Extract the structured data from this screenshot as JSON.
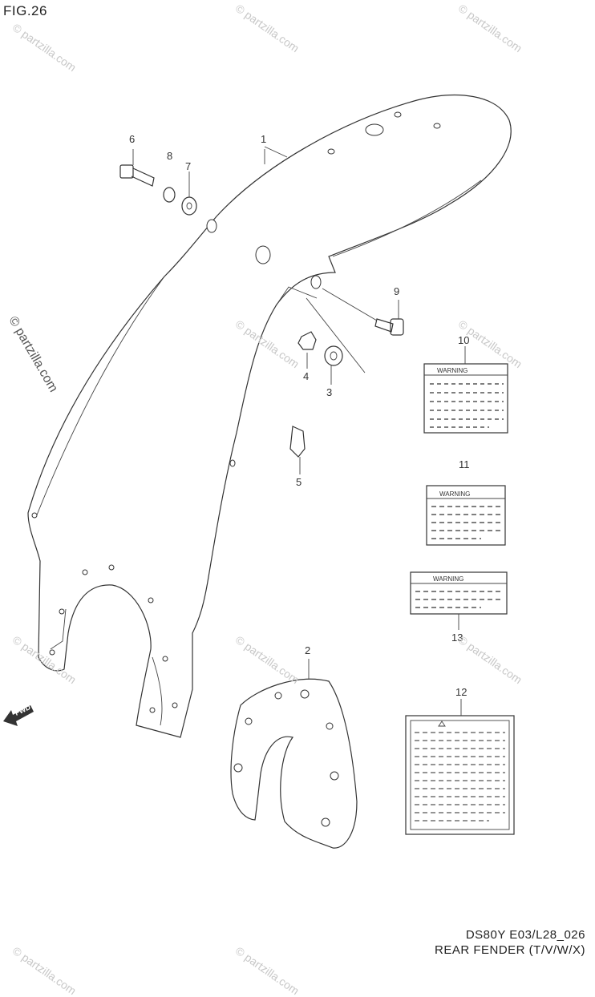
{
  "figure": {
    "title": "FIG.26",
    "footer_code": "DS80Y E03/L28_026",
    "footer_name": "REAR FENDER (T/V/W/X)"
  },
  "watermark": {
    "text": "© partzilla.com",
    "side_text": "© partzilla.com"
  },
  "fwd_label": "FWD",
  "warning_text": "WARNING",
  "callouts": [
    {
      "id": "1",
      "part": "rear-fender"
    },
    {
      "id": "2",
      "part": "mud-flap"
    },
    {
      "id": "3",
      "part": "nut"
    },
    {
      "id": "4",
      "part": "nut"
    },
    {
      "id": "5",
      "part": "clamp"
    },
    {
      "id": "6",
      "part": "bolt"
    },
    {
      "id": "7",
      "part": "washer"
    },
    {
      "id": "8",
      "part": "washer"
    },
    {
      "id": "9",
      "part": "bolt"
    },
    {
      "id": "10",
      "part": "warning-label"
    },
    {
      "id": "11",
      "part": "warning-label"
    },
    {
      "id": "12",
      "part": "information-label"
    },
    {
      "id": "13",
      "part": "warning-label"
    }
  ]
}
